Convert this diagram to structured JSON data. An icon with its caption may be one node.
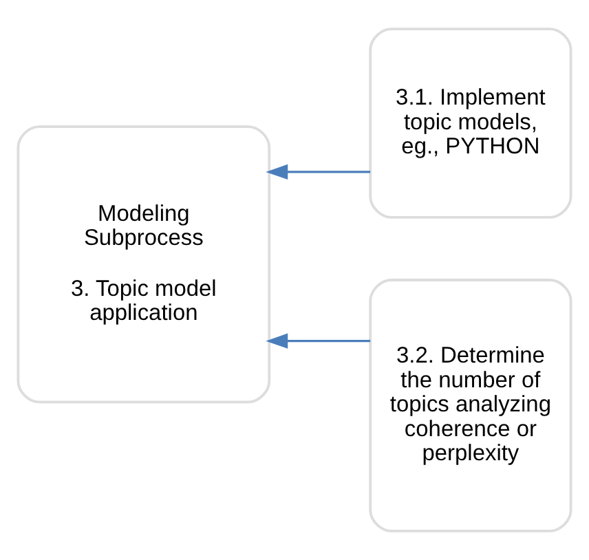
{
  "diagram": {
    "nodes": [
      {
        "text": [
          "Modeling Subprocess",
          "3. Topic model application"
        ]
      },
      {
        "text": [
          "3.1. Implement topic models, eg., PYTHON"
        ]
      },
      {
        "text": [
          "3.2. Determine the number of topics analyzing coherence or perplexity"
        ]
      }
    ],
    "edges": [
      {
        "from": 1,
        "to": 0,
        "arrow": "to"
      },
      {
        "from": 2,
        "to": 0,
        "arrow": "to"
      }
    ]
  }
}
